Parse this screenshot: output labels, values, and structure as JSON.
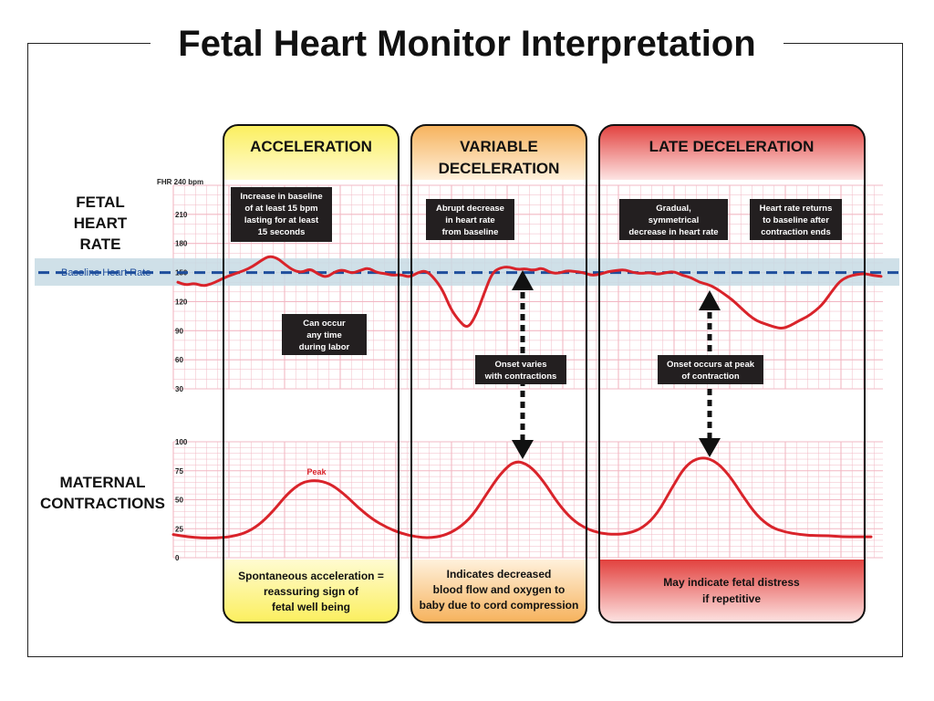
{
  "title": "Fetal Heart Monitor Interpretation",
  "left_labels": {
    "fhr": [
      "FETAL",
      "HEART",
      "RATE"
    ],
    "contractions": [
      "MATERNAL",
      "CONTRACTIONS"
    ]
  },
  "fhr_axis": {
    "top_label": "FHR 240 bpm",
    "ticks": [
      "210",
      "180",
      "150",
      "120",
      "90",
      "60",
      "30"
    ]
  },
  "uc_axis": {
    "ticks": [
      "100",
      "75",
      "50",
      "25",
      "0"
    ]
  },
  "baseline_label": "Baseline Heart Rate",
  "peak_label": "Peak",
  "panels": [
    {
      "id": "acceleration",
      "title_lines": [
        "ACCELERATION"
      ],
      "footer_lines": [
        "Spontaneous acceleration =",
        "reassuring sign of",
        "fetal well being"
      ],
      "gradient": [
        "#fffbd1",
        "#fbef5e"
      ]
    },
    {
      "id": "variable",
      "title_lines": [
        "VARIABLE",
        "DECELERATION"
      ],
      "footer_lines": [
        "Indicates decreased",
        "blood flow and oxygen to",
        "baby due to cord compression"
      ],
      "gradient": [
        "#fff1dc",
        "#f6b25c"
      ]
    },
    {
      "id": "late",
      "title_lines": [
        "LATE DECELERATION"
      ],
      "footer_lines": [
        "May indicate fetal distress",
        "if repetitive"
      ],
      "gradient": [
        "#fde4e3",
        "#e2413e"
      ]
    }
  ],
  "notes": [
    {
      "id": "accel-definition",
      "lines": [
        "Increase in baseline",
        "of at least 15 bpm",
        "lasting for at least",
        "15 seconds"
      ]
    },
    {
      "id": "accel-timing",
      "lines": [
        "Can occur",
        "any time",
        "during labor"
      ]
    },
    {
      "id": "variable-definition",
      "lines": [
        "Abrupt decrease",
        "in heart rate",
        "from baseline"
      ]
    },
    {
      "id": "variable-onset",
      "lines": [
        "Onset varies",
        "with contractions"
      ]
    },
    {
      "id": "late-definition",
      "lines": [
        "Gradual,",
        "symmetrical",
        "decrease in heart rate"
      ]
    },
    {
      "id": "late-return",
      "lines": [
        "Heart rate returns",
        "to baseline after",
        "contraction ends"
      ]
    },
    {
      "id": "late-onset",
      "lines": [
        "Onset occurs at peak",
        "of contraction"
      ]
    }
  ],
  "colors": {
    "trace": "#d9232a",
    "baseline": "#1f4e9c",
    "baseline_band": "#c7dbe4",
    "grid": "#f2b8c4",
    "note_bg": "#231f20"
  },
  "chart_data": [
    {
      "type": "line",
      "ylabel": "FHR 240 bpm",
      "ylim": [
        30,
        240
      ],
      "baseline": 150,
      "series": [
        {
          "values": [
            140,
            137,
            139,
            136,
            138,
            142,
            146,
            149,
            152,
            156,
            162,
            167,
            165,
            158,
            152,
            150,
            154,
            148,
            145,
            151,
            153,
            149,
            152,
            155,
            150,
            149,
            147,
            148,
            145,
            150,
            152,
            144,
            132,
            112,
            100,
            92,
            105,
            128,
            150,
            155,
            156,
            153,
            154,
            152,
            155,
            150,
            149,
            152,
            151,
            150,
            147,
            148,
            151,
            152,
            153,
            150,
            149,
            150,
            148,
            150,
            151,
            147,
            145,
            140,
            138,
            134,
            128,
            122,
            114,
            106,
            100,
            97,
            94,
            92,
            95,
            100,
            104,
            110,
            118,
            130,
            141,
            146,
            148,
            149,
            147,
            146
          ]
        }
      ]
    },
    {
      "type": "line",
      "ylim": [
        0,
        100
      ],
      "series": [
        {
          "values": [
            20,
            18,
            17,
            17,
            18,
            21,
            28,
            40,
            55,
            65,
            67,
            64,
            55,
            43,
            33,
            26,
            21,
            18,
            17,
            19,
            25,
            36,
            55,
            73,
            84,
            80,
            66,
            47,
            33,
            25,
            21,
            20,
            21,
            26,
            38,
            60,
            80,
            87,
            84,
            72,
            53,
            36,
            26,
            22,
            20,
            19,
            19,
            18,
            18,
            18
          ]
        }
      ]
    }
  ]
}
